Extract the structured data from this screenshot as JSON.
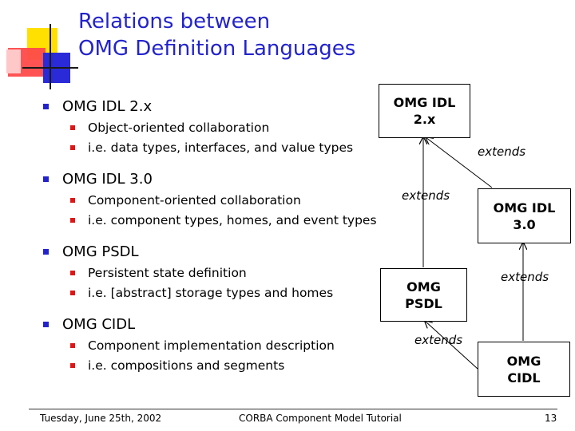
{
  "title": {
    "line1": "Relations between",
    "line2": "OMG Definition Languages"
  },
  "bullets": [
    {
      "text": "OMG IDL 2.x",
      "subs": [
        "Object-oriented collaboration",
        "i.e. data types, interfaces, and value types"
      ]
    },
    {
      "text": "OMG IDL 3.0",
      "subs": [
        "Component-oriented collaboration",
        "i.e. component types, homes, and event types"
      ]
    },
    {
      "text": "OMG PSDL",
      "subs": [
        "Persistent state definition",
        "i.e. [abstract] storage types and homes"
      ]
    },
    {
      "text": "OMG CIDL",
      "subs": [
        "Component implementation description",
        "i.e. compositions and segments"
      ]
    }
  ],
  "diagram": {
    "boxes": {
      "idl2": {
        "line1": "OMG IDL",
        "line2": "2.x"
      },
      "idl3": {
        "line1": "OMG IDL",
        "line2": "3.0"
      },
      "psdl": {
        "line1": "OMG",
        "line2": "PSDL"
      },
      "cidl": {
        "line1": "OMG",
        "line2": "CIDL"
      }
    },
    "edge_label": "extends"
  },
  "footer": {
    "date": "Tuesday, June 25th, 2002",
    "center": "CORBA Component Model Tutorial",
    "page": "13"
  },
  "colors": {
    "title": "#2323cc",
    "level1_bullet": "#2323cc",
    "level2_bullet": "#e01515"
  }
}
